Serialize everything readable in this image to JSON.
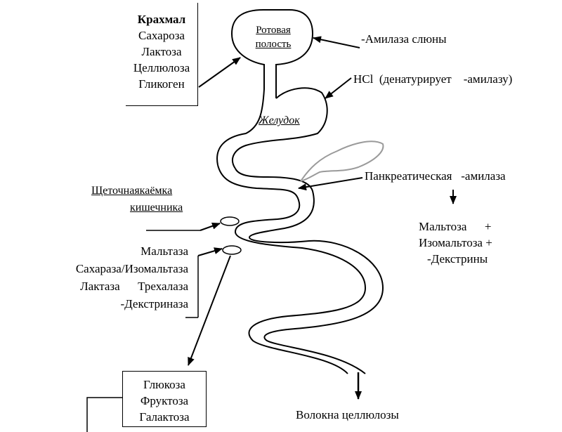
{
  "carbohydrates": [
    "Крахмал",
    "Сахароза",
    "Лактоза",
    "Целлюлоза",
    "Гликоген"
  ],
  "mouth_label": "Ротовая полость",
  "saliva_enzyme": "-Амилаза слюны",
  "hcl_note": "HCl  (денатурирует    -амилазу)",
  "stomach_label": "Желудок",
  "brush_border_label_1": "Щеточнаякаёмка",
  "brush_border_label_2": "кишечника",
  "pancreatic_enzyme": "Панкреатическая   -амилаза",
  "pancreatic_products": [
    "Мальтоза      +",
    "Изомальтоза +",
    "-Декстрины"
  ],
  "brush_enzymes": [
    "Мальтаза",
    "Сахараза/Изомальтаза",
    "Лактаза      Трехалаза",
    "-Декстриназа"
  ],
  "monosaccharides": [
    "Глюкоза",
    "Фруктоза",
    "Галактоза"
  ],
  "fiber_label": "Волокна целлюлозы"
}
